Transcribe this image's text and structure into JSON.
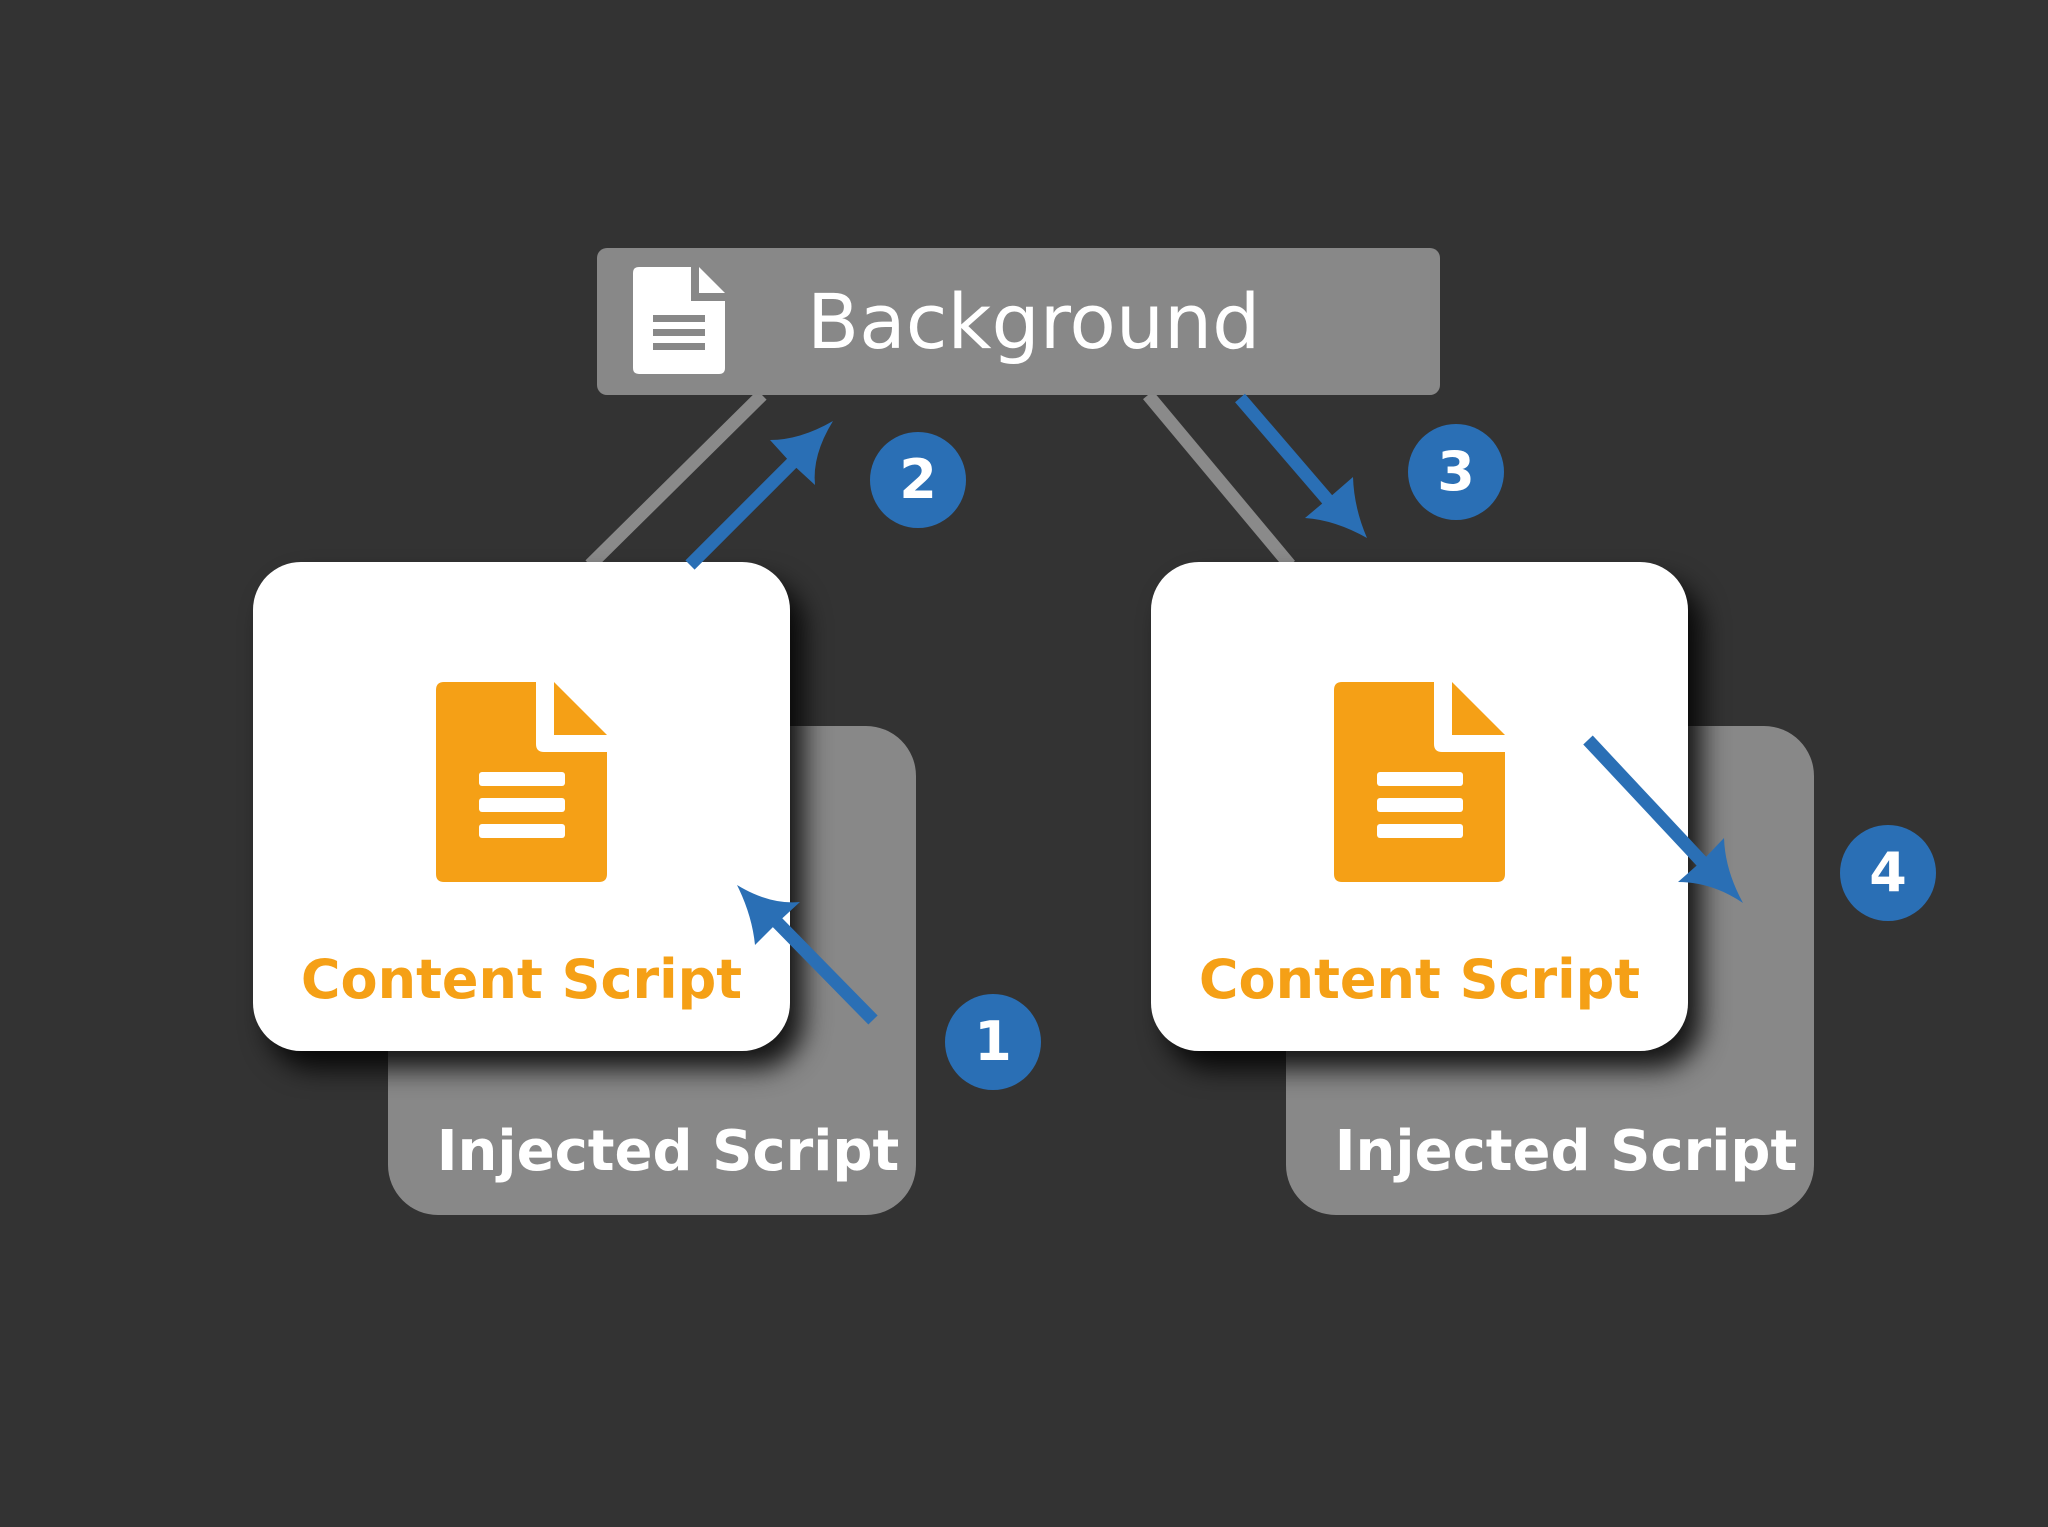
{
  "diagram": {
    "background_node": {
      "label": "Background",
      "icon": "document-icon"
    },
    "tabs": [
      {
        "content_label": "Content Script",
        "injected_label": "Injected Script",
        "icon": "document-icon"
      },
      {
        "content_label": "Content Script",
        "injected_label": "Injected Script",
        "icon": "document-icon"
      }
    ],
    "steps": [
      "1",
      "2",
      "3",
      "4"
    ],
    "colors": {
      "canvas": "#333333",
      "node_gray": "#888888",
      "content_white": "#ffffff",
      "accent_orange": "#f5a016",
      "arrow_blue": "#2a6fb5",
      "connector_gray": "#8a8a8a"
    }
  }
}
